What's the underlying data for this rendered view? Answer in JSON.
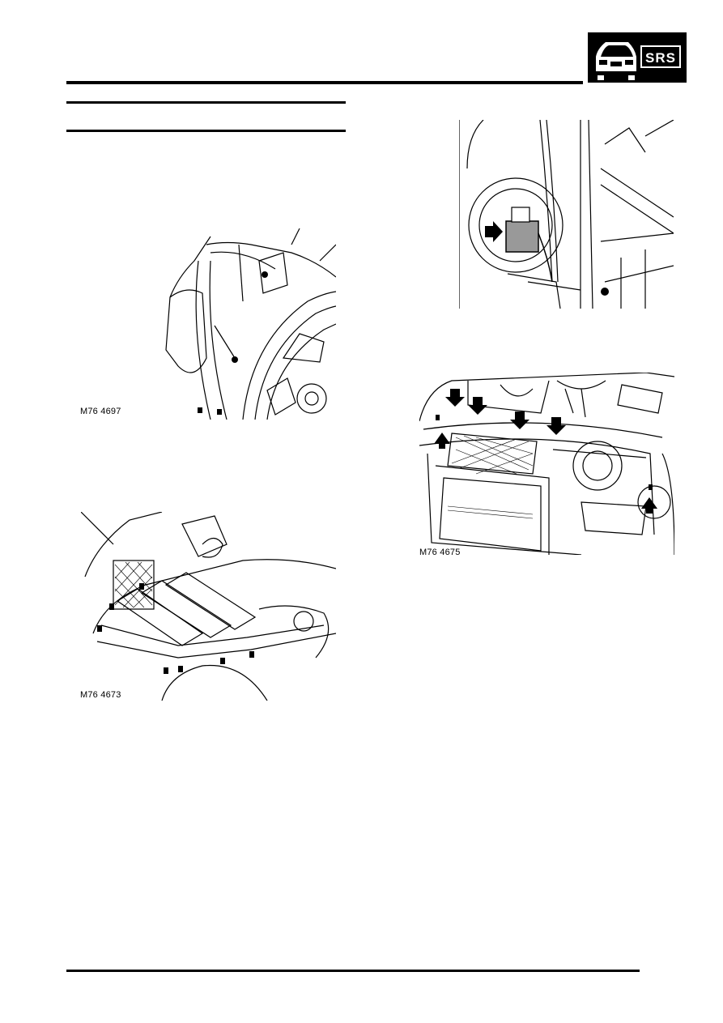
{
  "header": {
    "badge_text": "SRS",
    "badge_icon": "car-front-icon"
  },
  "figures": [
    {
      "id": "wheel-arch",
      "caption": "M76 4697"
    },
    {
      "id": "undertray",
      "caption": "M76 4673"
    },
    {
      "id": "horn-connector",
      "caption": ""
    },
    {
      "id": "front-bumper",
      "caption": "M76 4675"
    }
  ]
}
